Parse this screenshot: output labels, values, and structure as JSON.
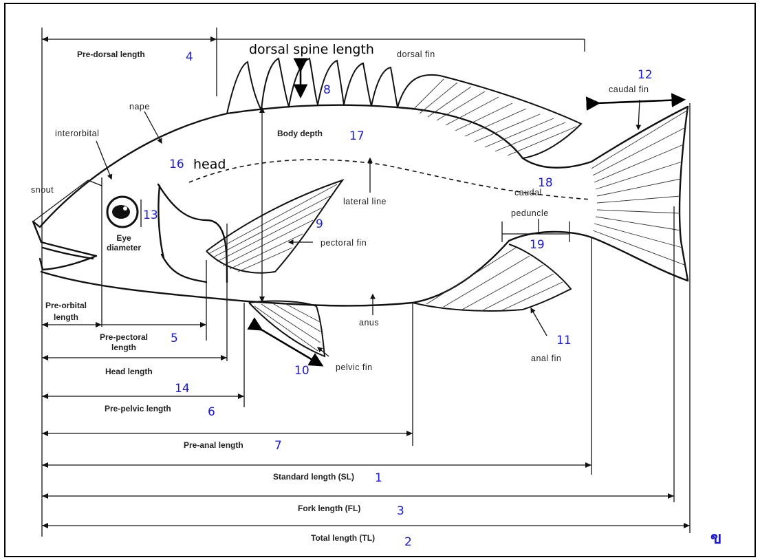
{
  "labels": {
    "pre_dorsal_length": "Pre-dorsal length",
    "dorsal_spine_length": "dorsal spine length",
    "dorsal_fin": "dorsal fin",
    "caudal_fin": "caudal fin",
    "nape": "nape",
    "interorbital": "interorbital",
    "head": "head",
    "snout": "snout",
    "body_depth": "Body depth",
    "lateral_line": "lateral line",
    "caudal_peduncle_1": "caudal",
    "caudal_peduncle_2": "peduncle",
    "eye_diameter_1": "Eye",
    "eye_diameter_2": "diameter",
    "pectoral_fin": "pectoral fin",
    "pre_orbital_1": "Pre-orbital",
    "pre_orbital_2": "length",
    "pre_pectoral_1": "Pre-pectoral",
    "pre_pectoral_2": "length",
    "head_length": "Head length",
    "anus": "anus",
    "anal_fin": "anal fin",
    "pelvic_fin": "pelvic fin",
    "pre_pelvic_length": "Pre-pelvic length",
    "pre_anal_length": "Pre-anal length",
    "standard_length": "Standard length (SL)",
    "fork_length": "Fork length (FL)",
    "total_length": "Total length (TL)"
  },
  "numbers": {
    "n1": "1",
    "n2": "2",
    "n3": "3",
    "n4": "4",
    "n5": "5",
    "n6": "6",
    "n7": "7",
    "n8": "8",
    "n9": "9",
    "n10": "10",
    "n11": "11",
    "n12": "12",
    "n13": "13",
    "n14": "14",
    "n16": "16",
    "n17": "17",
    "n18": "18",
    "n19": "19"
  },
  "corner_mark": "ข",
  "colors": {
    "number_color": "#1a1ad6",
    "line_color": "#111111"
  }
}
